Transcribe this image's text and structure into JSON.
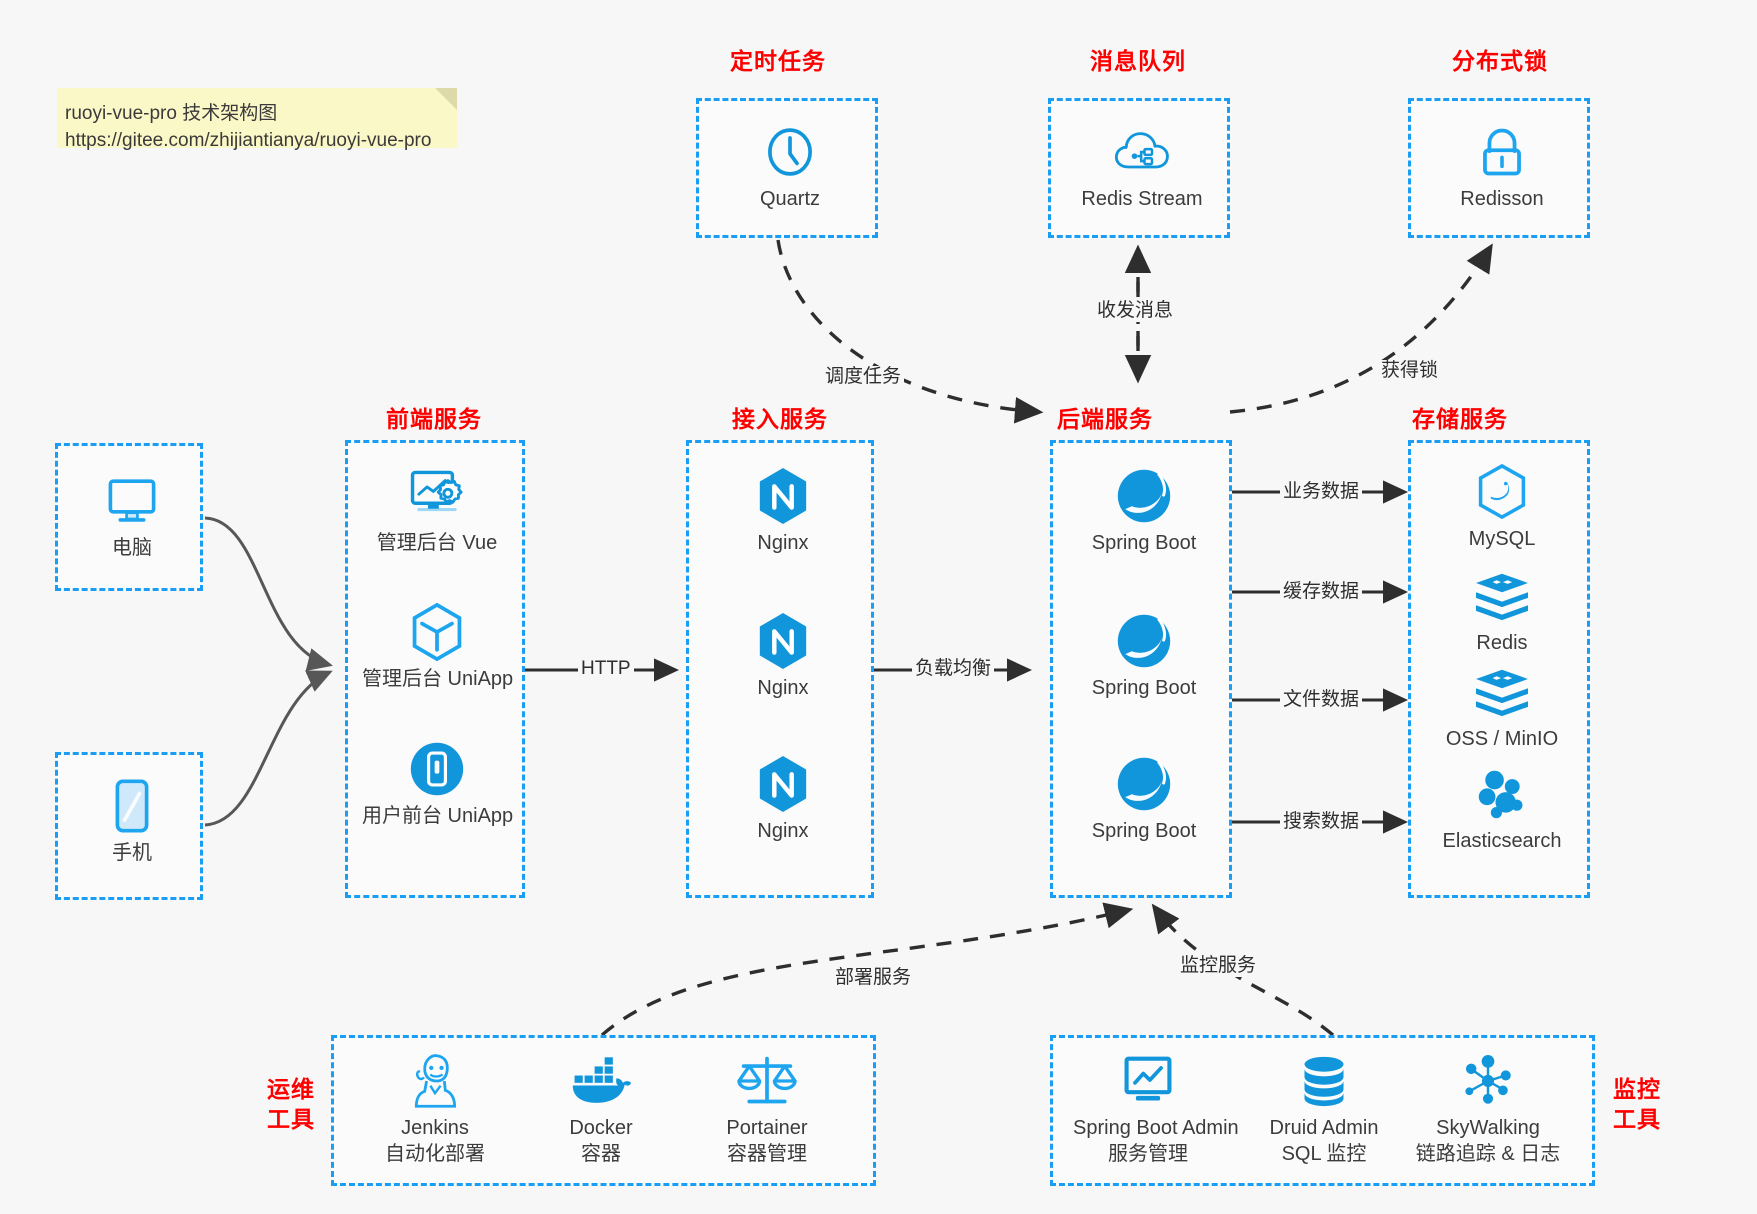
{
  "note": {
    "line1": "ruoyi-vue-pro 技术架构图",
    "line2": "https://gitee.com/zhijiantianya/ruoyi-vue-pro"
  },
  "colors": {
    "accent": "#1a9ef5",
    "group_title": "#ff0000",
    "icon_blue": "#1296db",
    "edge": "#2e2e2e",
    "background": "#f7f7f7"
  },
  "groups": {
    "scheduler": {
      "title": "定时任务"
    },
    "mq": {
      "title": "消息队列"
    },
    "lock": {
      "title": "分布式锁"
    },
    "frontend": {
      "title": "前端服务"
    },
    "gateway": {
      "title": "接入服务"
    },
    "backend": {
      "title": "后端服务"
    },
    "storage": {
      "title": "存储服务"
    },
    "devops": {
      "title_l1": "运维",
      "title_l2": "工具"
    },
    "monitor": {
      "title_l1": "监控",
      "title_l2": "工具"
    }
  },
  "clients": [
    {
      "label": "电脑",
      "icon": "desktop-icon"
    },
    {
      "label": "手机",
      "icon": "mobile-icon"
    }
  ],
  "scheduler_nodes": [
    {
      "label": "Quartz",
      "icon": "clock-icon"
    }
  ],
  "mq_nodes": [
    {
      "label": "Redis Stream",
      "icon": "cloud-stream-icon"
    }
  ],
  "lock_nodes": [
    {
      "label": "Redisson",
      "icon": "lock-icon"
    }
  ],
  "frontend_nodes": [
    {
      "label": "管理后台 Vue",
      "icon": "dashboard-gear-icon"
    },
    {
      "label": "管理后台 UniApp",
      "icon": "cube-icon"
    },
    {
      "label": "用户前台 UniApp",
      "icon": "phone-round-icon"
    }
  ],
  "gateway_nodes": [
    {
      "label": "Nginx",
      "icon": "nginx-icon"
    },
    {
      "label": "Nginx",
      "icon": "nginx-icon"
    },
    {
      "label": "Nginx",
      "icon": "nginx-icon"
    }
  ],
  "backend_nodes": [
    {
      "label": "Spring Boot",
      "icon": "spring-boot-icon"
    },
    {
      "label": "Spring Boot",
      "icon": "spring-boot-icon"
    },
    {
      "label": "Spring Boot",
      "icon": "spring-boot-icon"
    }
  ],
  "storage_nodes": [
    {
      "label": "MySQL",
      "icon": "mysql-icon"
    },
    {
      "label": "Redis",
      "icon": "redis-stack-icon"
    },
    {
      "label": "OSS / MinIO",
      "icon": "oss-stack-icon"
    },
    {
      "label": "Elasticsearch",
      "icon": "elasticsearch-icon"
    }
  ],
  "devops_nodes": [
    {
      "label": "Jenkins",
      "sub": "自动化部署",
      "icon": "jenkins-icon"
    },
    {
      "label": "Docker",
      "sub": "容器",
      "icon": "docker-icon"
    },
    {
      "label": "Portainer",
      "sub": "容器管理",
      "icon": "scales-icon"
    }
  ],
  "monitor_nodes": [
    {
      "label": "Spring Boot Admin",
      "sub": "服务管理",
      "icon": "monitor-chart-icon"
    },
    {
      "label": "Druid Admin",
      "sub": "SQL 监控",
      "icon": "database-icon"
    },
    {
      "label": "SkyWalking",
      "sub": "链路追踪 & 日志",
      "icon": "skywalking-icon"
    }
  ],
  "edges": [
    {
      "name": "http",
      "label": "HTTP"
    },
    {
      "name": "load-balance",
      "label": "负载均衡"
    },
    {
      "name": "schedule-job",
      "label": "调度任务"
    },
    {
      "name": "mq-messages",
      "label": "收发消息"
    },
    {
      "name": "acquire-lock",
      "label": "获得锁"
    },
    {
      "name": "biz-data",
      "label": "业务数据"
    },
    {
      "name": "cache-data",
      "label": "缓存数据"
    },
    {
      "name": "file-data",
      "label": "文件数据"
    },
    {
      "name": "search-data",
      "label": "搜索数据"
    },
    {
      "name": "deploy",
      "label": "部署服务"
    },
    {
      "name": "monitoring",
      "label": "监控服务"
    }
  ]
}
